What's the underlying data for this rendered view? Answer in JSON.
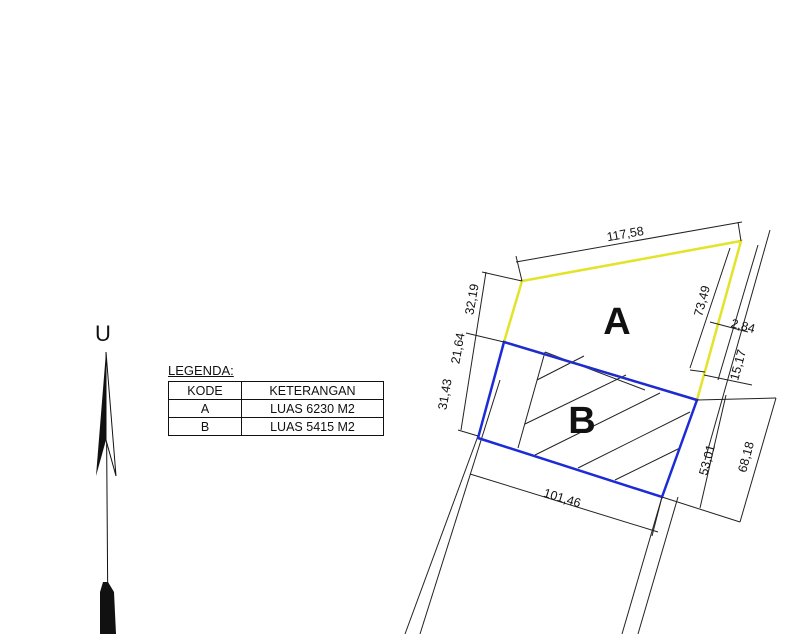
{
  "north": {
    "label": "U"
  },
  "legend": {
    "title": "LEGENDA:",
    "headers": {
      "code": "KODE",
      "description": "KETERANGAN"
    },
    "rows": [
      {
        "code": "A",
        "description": "LUAS 6230 M2"
      },
      {
        "code": "B",
        "description": "LUAS 5415 M2"
      }
    ]
  },
  "parcels": {
    "a": {
      "label": "A",
      "color": "#e3e32a"
    },
    "b": {
      "label": "B",
      "color": "#1c2bd6"
    }
  },
  "dimensions": {
    "top": "117,58",
    "left_a": "32,19",
    "left_mid": "21,64",
    "left_b": "31,43",
    "right_a": "73,49",
    "small": "2,84",
    "right_mid": "15,17",
    "right_b": "53,01",
    "right_total": "68,18",
    "bottom": "101,46"
  }
}
